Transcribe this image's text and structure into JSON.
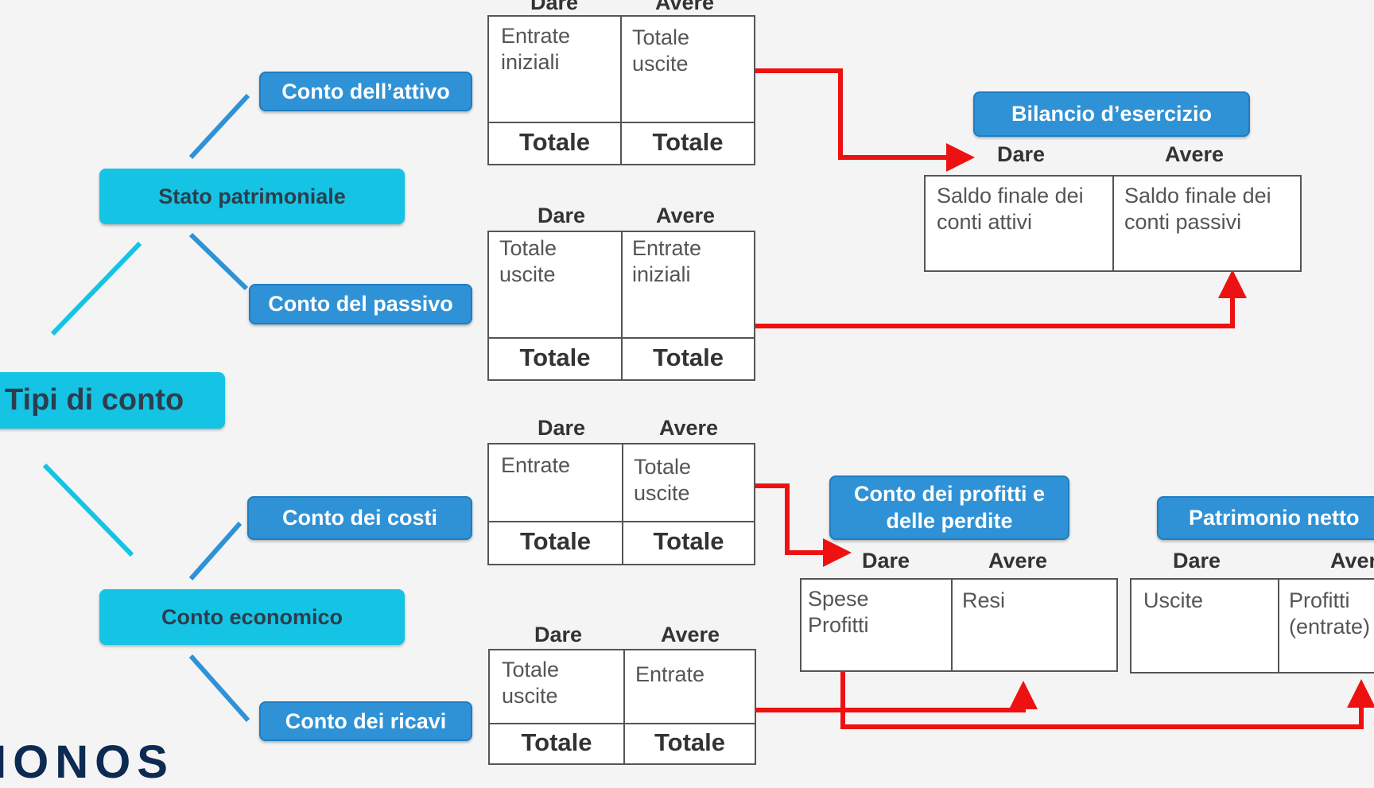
{
  "nodes": {
    "root": "Tipi di conto",
    "stato": "Stato patrimoniale",
    "economico": "Conto economico",
    "attivo": "Conto dell’attivo",
    "passivo": "Conto del passivo",
    "costi": "Conto dei costi",
    "ricavi": "Conto dei ricavi",
    "bilancio": "Bilancio d’esercizio",
    "profitti": "Conto dei profitti e\ndelle perdite",
    "patrimonio": "Patrimonio netto"
  },
  "accounts": {
    "attivo": {
      "dare": "Dare",
      "avere": "Avere",
      "left": "Entrate\niniziali",
      "right": "Totale\nuscite",
      "total_left": "Totale",
      "total_right": "Totale"
    },
    "passivo": {
      "dare": "Dare",
      "avere": "Avere",
      "left": "Totale\nuscite",
      "right": "Entrate\niniziali",
      "total_left": "Totale",
      "total_right": "Totale"
    },
    "costi": {
      "dare": "Dare",
      "avere": "Avere",
      "left": "Entrate",
      "right": "Totale\nuscite",
      "total_left": "Totale",
      "total_right": "Totale"
    },
    "ricavi": {
      "dare": "Dare",
      "avere": "Avere",
      "left": "Totale\nuscite",
      "right": "Entrate",
      "total_left": "Totale",
      "total_right": "Totale"
    },
    "bilancio": {
      "dare": "Dare",
      "avere": "Avere",
      "left": "Saldo finale dei\nconti attivi",
      "right": "Saldo finale dei\nconti passivi"
    },
    "profitti": {
      "dare": "Dare",
      "avere": "Avere",
      "left": "Spese\nProfitti",
      "right": "Resi"
    },
    "patrimonio": {
      "dare": "Dare",
      "avere": "Avere",
      "left": "Uscite",
      "right": "Profitti\n(entrate)"
    }
  },
  "logo_text": "IONOS",
  "colors": {
    "primary_node": "#15c4e4",
    "secondary_node": "#2f92d6",
    "connector_cyan": "#15c4e4",
    "connector_blue": "#2f92d6",
    "flow_arrow": "#ee1111",
    "logo": "#0d2a52"
  }
}
